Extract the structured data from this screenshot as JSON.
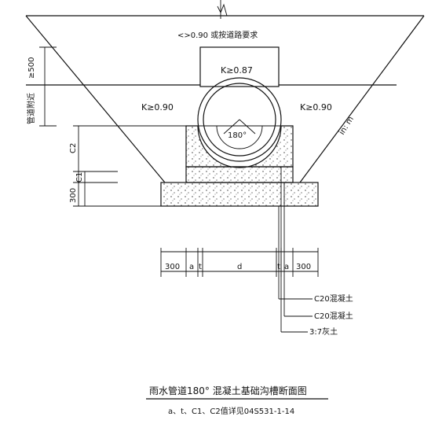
{
  "labels": {
    "top_note": "<>0.90 或按道路要求",
    "k_pipe_top": "K≥0.87",
    "k_left": "K≥0.90",
    "k_right": "K≥0.90",
    "angle": "180°",
    "slope": "in: m",
    "dim_500": "≥500",
    "dim_pipe_zone": "管道附近",
    "dim_c2": "C2",
    "dim_c1": "C1",
    "dim_300": "300",
    "dim_300_left": "300",
    "dim_a_left": "a",
    "dim_t_left": "t",
    "dim_d": "d",
    "dim_t_right": "t",
    "dim_a_right": "a",
    "dim_300_right": "300",
    "legend_c20_1": "C20混凝土",
    "legend_c20_2": "C20混凝土",
    "legend_lime": "3:7灰土"
  },
  "caption": {
    "title": "雨水管道180° 混凝土基础沟槽断面图",
    "note": "a、t、C1、C2值详见04S531-1-14"
  }
}
